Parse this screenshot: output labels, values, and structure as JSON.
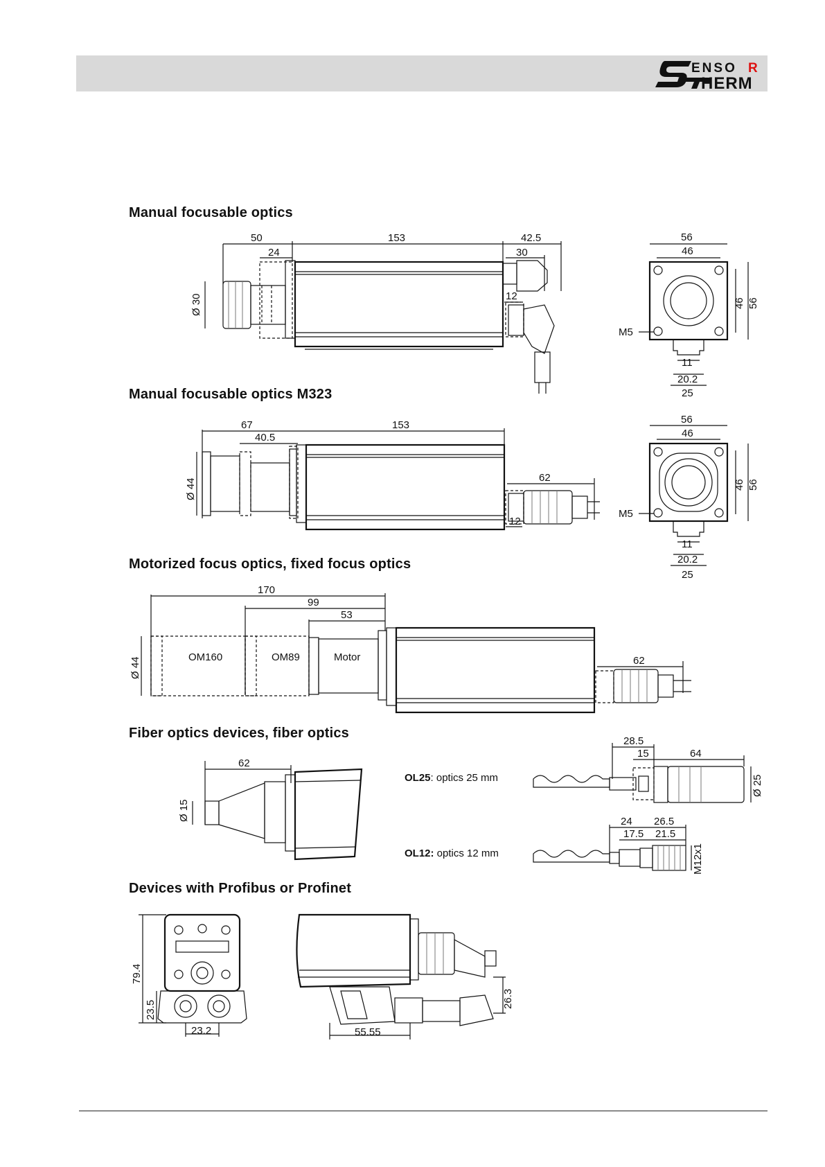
{
  "header": {
    "logo_text": "SENSOR THERM"
  },
  "sections": [
    {
      "title": "Manual focusable optics"
    },
    {
      "title": "Manual focusable optics M323"
    },
    {
      "title": "Motorized focus optics, fixed focus optics"
    },
    {
      "title": "Fiber optics devices, fiber optics"
    },
    {
      "title": "Devices with Profibus or Profinet"
    }
  ],
  "dims": {
    "s1": {
      "a": "50",
      "b": "24",
      "c": "153",
      "d": "42.5",
      "e": "30",
      "f": "12",
      "dia": "Ø 30",
      "fw": "56",
      "fw2": "46",
      "fh": "46",
      "fh2": "56",
      "m5": "M5",
      "d11": "11",
      "d202": "20.2",
      "d25": "25"
    },
    "s2": {
      "a": "67",
      "b": "40.5",
      "c": "153",
      "d": "62",
      "e": "12",
      "dia": "Ø 44",
      "fw": "56",
      "fw2": "46",
      "fh": "46",
      "fh2": "56",
      "m5": "M5",
      "d11": "11",
      "d202": "20.2",
      "d25": "25"
    },
    "s3": {
      "a": "170",
      "b": "99",
      "c": "53",
      "d": "62",
      "dia": "Ø 44",
      "om160": "OM160",
      "om89": "OM89",
      "motor": "Motor"
    },
    "s4": {
      "a": "62",
      "dia": "Ø 15",
      "ol25_w": "28.5",
      "ol25_a": "15",
      "ol25_b": "64",
      "ol25_dia": "Ø 25",
      "ol12_a": "24",
      "ol12_b": "26.5",
      "ol12_c": "17.5",
      "ol12_d": "21.5",
      "ol12_m": "M12x1",
      "ol25_label": "OL25",
      "ol25_text": ": optics 25 mm",
      "ol12_label": "OL12:",
      "ol12_text": " optics 12 mm"
    },
    "s5": {
      "h1": "79.4",
      "h2": "23.5",
      "w1": "23.2",
      "w2": "55.55",
      "h3": "26.3"
    }
  }
}
